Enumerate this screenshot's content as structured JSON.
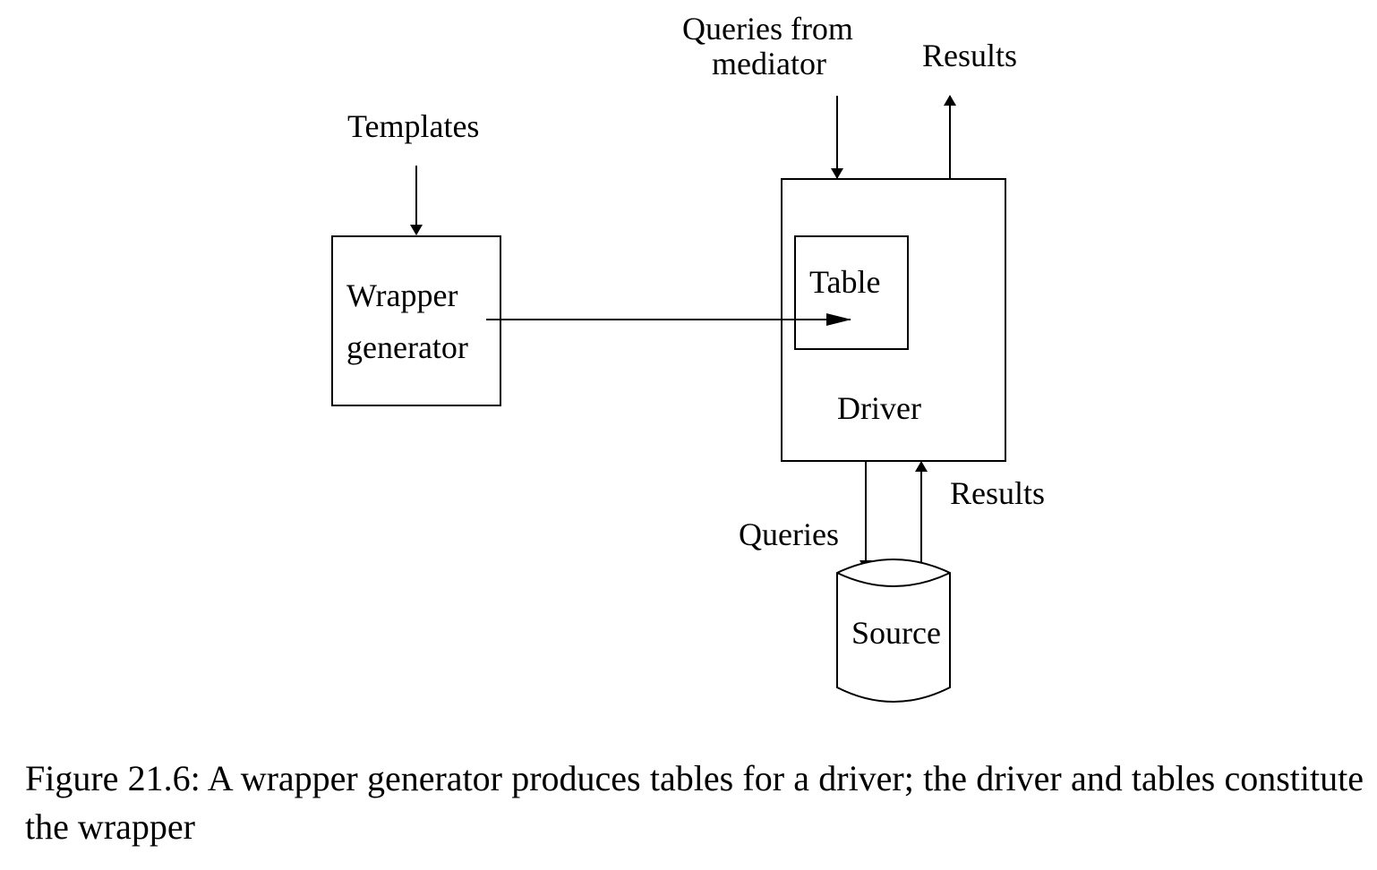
{
  "diagram": {
    "labels": {
      "templates": "Templates",
      "wrapper_generator_line1": "Wrapper",
      "wrapper_generator_line2": "generator",
      "queries_from_mediator_line1": "Queries from",
      "queries_from_mediator_line2": "mediator",
      "results_top": "Results",
      "table": "Table",
      "driver": "Driver",
      "queries_bottom": "Queries",
      "results_bottom": "Results",
      "source": "Source"
    }
  },
  "caption": "Figure 21.6: A wrapper generator produces tables for a driver; the driver and tables constitute the wrapper"
}
